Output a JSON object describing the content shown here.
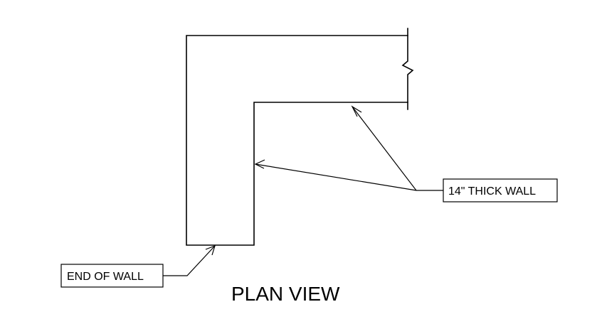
{
  "callouts": {
    "thick_wall": "14\" THICK WALL",
    "end_of_wall": "END OF WALL"
  },
  "title": "PLAN VIEW",
  "colors": {
    "line": "#000000",
    "background": "#ffffff"
  }
}
